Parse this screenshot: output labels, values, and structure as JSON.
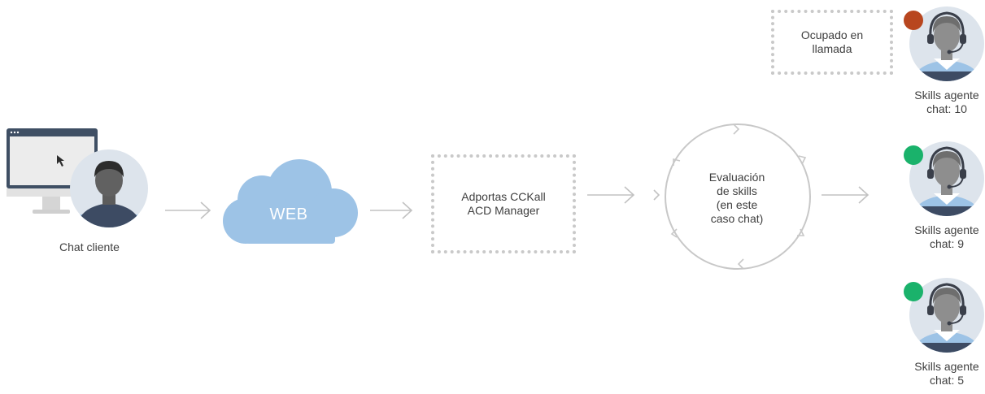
{
  "client": {
    "label": "Chat cliente"
  },
  "web": {
    "label": "WEB"
  },
  "acd": {
    "label_line1": "Adportas CCKall",
    "label_line2": "ACD Manager"
  },
  "evaluation": {
    "line1": "Evaluación",
    "line2": "de skills",
    "line3": "(en este",
    "line4": "caso chat)"
  },
  "busy_box": {
    "line1": "Ocupado en",
    "line2": "llamada"
  },
  "agents": [
    {
      "line1": "Skills agente",
      "line2": "chat: 10",
      "status": "busy",
      "status_color": "#b8461f"
    },
    {
      "line1": "Skills agente",
      "line2": "chat: 9",
      "status": "available",
      "status_color": "#1ab26b"
    },
    {
      "line1": "Skills agente",
      "line2": "chat: 5",
      "status": "available",
      "status_color": "#1ab26b"
    }
  ],
  "colors": {
    "cloud": "#9dc3e6",
    "arrow": "#c2c2c2",
    "avatar_bg": "#dde4ec",
    "shirt": "#3d4b63"
  }
}
